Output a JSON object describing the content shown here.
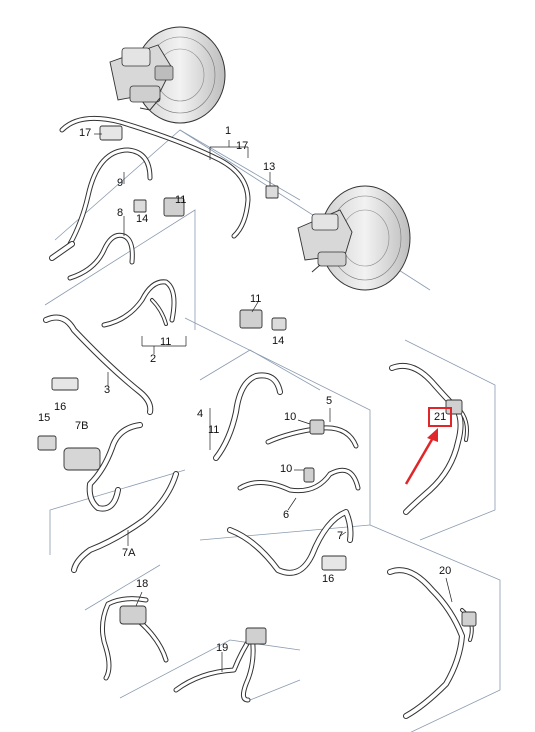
{
  "diagram": {
    "highlight_color": "#e0262a",
    "highlighted_callout": "21",
    "callouts": [
      {
        "id": "c1",
        "text": "1"
      },
      {
        "id": "c17a",
        "text": "17"
      },
      {
        "id": "c17b",
        "text": "17"
      },
      {
        "id": "c9",
        "text": "9"
      },
      {
        "id": "c11a",
        "text": "11"
      },
      {
        "id": "c8",
        "text": "8"
      },
      {
        "id": "c14a",
        "text": "14"
      },
      {
        "id": "c13",
        "text": "13"
      },
      {
        "id": "c11b",
        "text": "11"
      },
      {
        "id": "c14b",
        "text": "14"
      },
      {
        "id": "c2",
        "text": "2"
      },
      {
        "id": "c11c",
        "text": "11"
      },
      {
        "id": "c3",
        "text": "3"
      },
      {
        "id": "c16a",
        "text": "16"
      },
      {
        "id": "c15",
        "text": "15"
      },
      {
        "id": "c7B",
        "text": "7B"
      },
      {
        "id": "c4",
        "text": "4"
      },
      {
        "id": "c11d",
        "text": "11"
      },
      {
        "id": "c5",
        "text": "5"
      },
      {
        "id": "c10a",
        "text": "10"
      },
      {
        "id": "c10b",
        "text": "10"
      },
      {
        "id": "c6",
        "text": "6"
      },
      {
        "id": "c7",
        "text": "7"
      },
      {
        "id": "c16b",
        "text": "16"
      },
      {
        "id": "c7A",
        "text": "7A"
      },
      {
        "id": "c18",
        "text": "18"
      },
      {
        "id": "c19",
        "text": "19"
      },
      {
        "id": "c20",
        "text": "20"
      },
      {
        "id": "c21",
        "text": "21"
      }
    ]
  }
}
